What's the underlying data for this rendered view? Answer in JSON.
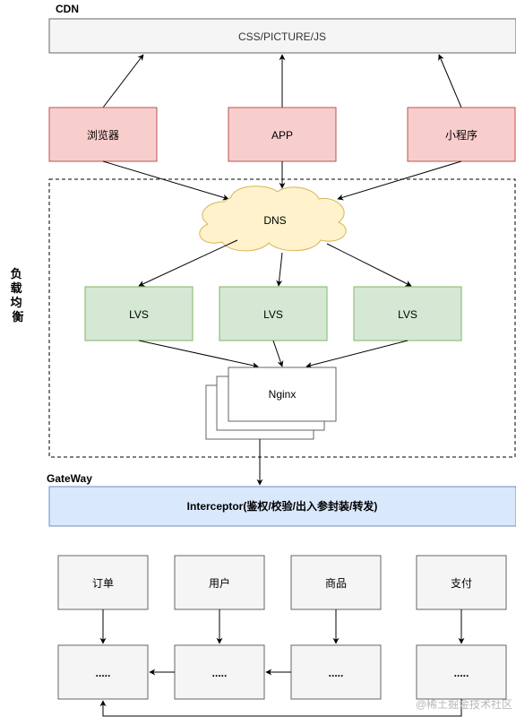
{
  "sections": {
    "cdn_label": "CDN",
    "load_balance_label": "负载均衡",
    "gateway_label": "GateWay"
  },
  "cdn": {
    "label": "CSS/PICTURE/JS"
  },
  "clients": [
    {
      "id": "browser",
      "label": "浏览器"
    },
    {
      "id": "app",
      "label": "APP"
    },
    {
      "id": "miniprogram",
      "label": "小程序"
    }
  ],
  "dns": {
    "label": "DNS"
  },
  "lvs": [
    {
      "id": "lvs-1",
      "label": "LVS"
    },
    {
      "id": "lvs-2",
      "label": "LVS"
    },
    {
      "id": "lvs-3",
      "label": "LVS"
    }
  ],
  "nginx": {
    "label": "Nginx"
  },
  "gateway": {
    "label": "Interceptor(鉴权/校验/出入参封装/转发)"
  },
  "services": [
    {
      "id": "order",
      "label": "订单",
      "sub_label": "....."
    },
    {
      "id": "user",
      "label": "用户",
      "sub_label": "....."
    },
    {
      "id": "product",
      "label": "商品",
      "sub_label": "....."
    },
    {
      "id": "payment",
      "label": "支付",
      "sub_label": "....."
    }
  ],
  "watermark": "@稀土掘金技术社区",
  "colors": {
    "cdn_fill": "#f5f5f5",
    "client_fill": "#f8cecc",
    "client_stroke": "#b85450",
    "dns_fill": "#fff2cc",
    "dns_stroke": "#d6b656",
    "lvs_fill": "#d5e8d4",
    "lvs_stroke": "#82b366",
    "gateway_fill": "#dae8fc",
    "gateway_stroke": "#6c8ebf",
    "service_fill": "#f5f5f5",
    "service_stroke": "#666666"
  }
}
